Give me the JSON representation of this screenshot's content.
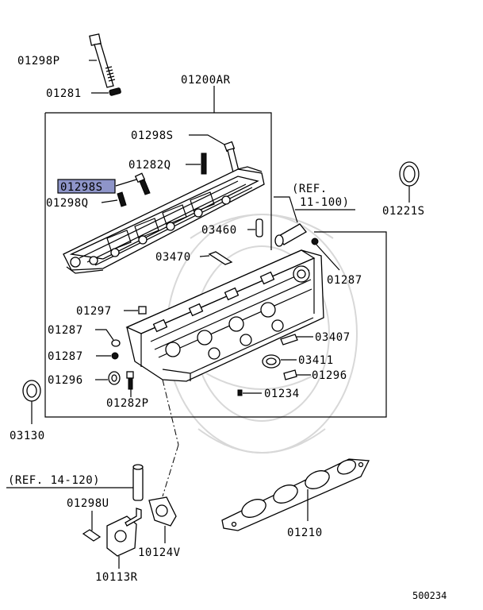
{
  "labels": {
    "p01298P": "01298P",
    "p01281": "01281",
    "p01200AR": "01200AR",
    "p01298S_top": "01298S",
    "p01282Q": "01282Q",
    "p01298S_hl": "01298S",
    "p01298Q": "01298Q",
    "ref_11_100_a": "(REF.",
    "ref_11_100_b": "11-100)",
    "p01221S": "01221S",
    "p03460": "03460",
    "p03470": "03470",
    "p01287_r": "01287",
    "p01297": "01297",
    "p01287_a": "01287",
    "p01287_b": "01287",
    "p03407": "03407",
    "p03411": "03411",
    "p01296_l": "01296",
    "p01296_r": "01296",
    "p01234": "01234",
    "p01282P": "01282P",
    "p03130": "03130",
    "ref_14_120": "(REF. 14-120)",
    "p01298U": "01298U",
    "p01210": "01210",
    "p10124V": "10124V",
    "p10113R": "10113R",
    "diagram_no": "500234"
  },
  "highlight_color": "#8e95c9"
}
